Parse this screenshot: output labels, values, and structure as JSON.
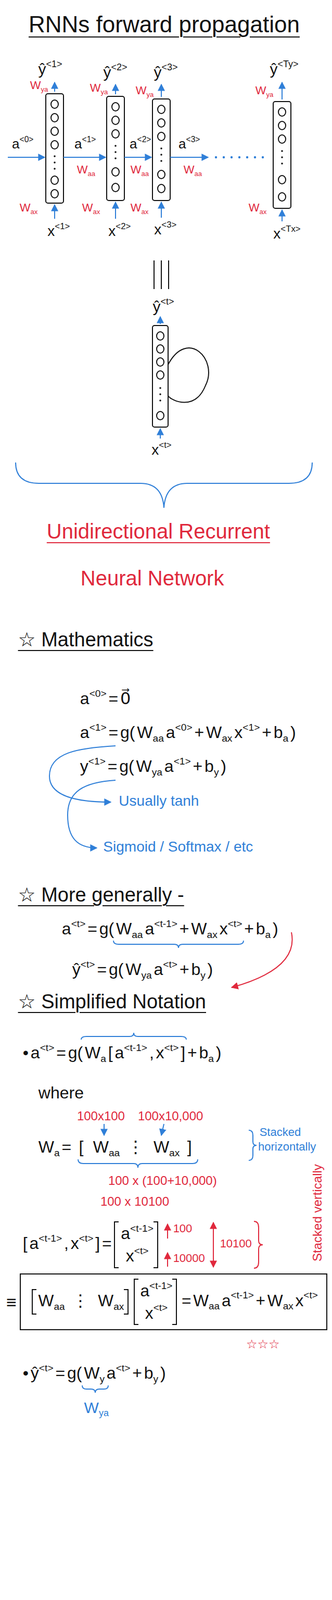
{
  "diagram": {
    "title": "RNNs forward propagation",
    "nodes": [
      {
        "text": [
          "W",
          "aa",
          "⋮",
          "W",
          "ax",
          "a",
          "<t-1>",
          "x",
          "<t>",
          "=",
          "W",
          "aa",
          "a",
          "<t-1>",
          "+",
          "W",
          "ax",
          "x",
          "<t>"
        ]
      }
    ],
    "labels": [
      "ŷ",
      "<1>",
      "ŷ",
      "<2>",
      "ŷ",
      "<3>",
      "ŷ",
      "<Ty>",
      "W",
      "ya",
      "W",
      "ya",
      "W",
      "ya",
      "W",
      "ya",
      "a",
      "<0>",
      "a",
      "<1>",
      "a",
      "<2>",
      "a",
      "<3>",
      "W",
      "aa",
      "W",
      "aa",
      "W",
      "aa",
      "W",
      "ax",
      "W",
      "ax",
      "W",
      "ax",
      "W",
      "ax",
      "x",
      "<1>",
      "x",
      "<2>",
      "x",
      "<3>",
      "x",
      "<Tx>",
      "ŷ",
      "<t>",
      "x",
      "<t>",
      "Unidirectional Recurrent",
      "Neural Network",
      "☆ Mathematics",
      "a",
      "<0>",
      "=",
      "0⃗",
      "a",
      "<1>",
      "=",
      "g(",
      "W",
      "aa",
      "a",
      "<0>",
      "+",
      "W",
      "ax",
      "x",
      "<1>",
      "+",
      "b",
      "a",
      ")",
      "y",
      "<1>",
      "=",
      "g(",
      "W",
      "ya",
      "a",
      "<1>",
      "+",
      "b",
      "y",
      ")",
      "Usually tanh",
      "Sigmoid / Softmax / etc",
      "☆ More generally -",
      "a",
      "<t>",
      "=",
      "g(",
      "W",
      "aa",
      "a",
      "<t-1>",
      "+",
      "W",
      "ax",
      "x",
      "<t>",
      "+",
      "b",
      "a",
      ")",
      "ŷ",
      "<t>",
      "=",
      "g(",
      "W",
      "ya",
      "a",
      "<t>",
      "+",
      "b",
      "y",
      ")",
      "☆ Simplified Notation",
      "•",
      "a",
      "<t>",
      "=",
      "g(",
      "W",
      "a",
      "[",
      "a",
      "<t-1>",
      ",",
      "x",
      "<t>",
      "]",
      "+",
      "b",
      "a",
      ")",
      "where",
      "100x100",
      "100x10,000",
      "W",
      "a",
      "=",
      "[",
      "W",
      "aa",
      "⋮",
      "W",
      "ax",
      "]",
      "Stacked horizontally",
      "100 x (100+10,000)",
      "100 x 10100",
      "[",
      "a",
      "<t-1>",
      ",",
      "x",
      "<t>",
      "]",
      "=",
      "a",
      "<t-1>",
      "x",
      "<t>",
      "100",
      "10000",
      "10100",
      "Stacked vertically",
      "≡",
      "☆☆☆",
      "•",
      "ŷ",
      "<t>",
      "=",
      "g(",
      "W",
      "y",
      "a",
      "<t>",
      "+",
      "b",
      "y",
      ")",
      "W",
      "ya"
    ]
  }
}
